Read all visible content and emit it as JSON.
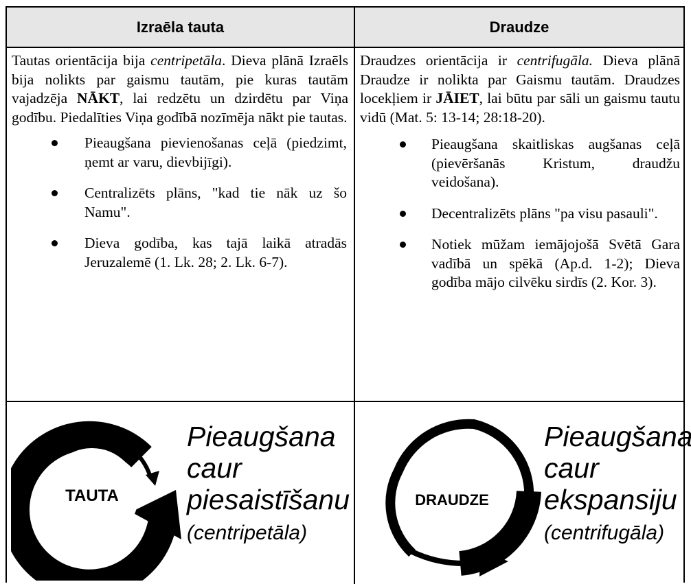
{
  "table": {
    "headers": [
      "Izraēla tauta",
      "Draudze"
    ],
    "left": {
      "intro": [
        {
          "text": "Tautas orientācija bija ",
          "style": "normal"
        },
        {
          "text": "centripetāla",
          "style": "italic"
        },
        {
          "text": ". Dieva plānā Izraēls bija nolikts par gaismu tautām, pie kuras tautām vajadzēja ",
          "style": "normal"
        },
        {
          "text": "NĀKT",
          "style": "bold"
        },
        {
          "text": ", lai redzētu un dzirdētu par Viņa godību. Piedalīties Viņa godībā nozīmēja nākt pie tautas.",
          "style": "normal"
        }
      ],
      "bullets": [
        "Pieaugšana pievienošanas ceļā (piedzimt, ņemt ar varu, dievbijīgi).",
        "Centralizēts plāns, \"kad tie nāk uz šo Namu\".",
        "Dieva godība, kas tajā laikā atradās Jeruzalemē (1. Lk. 28; 2. Lk. 6-7)."
      ],
      "cycle": {
        "label": "TAUTA",
        "title_line1": "Pieaugšana",
        "title_line2": "caur",
        "title_line3": "piesaistīšanu",
        "subtitle": "(centripetāla)",
        "icon": "inward-arrow-cycle-icon"
      }
    },
    "right": {
      "intro": [
        {
          "text": "Draudzes orientācija ir ",
          "style": "normal"
        },
        {
          "text": "centrifugāla.",
          "style": "italic"
        },
        {
          "text": " Dieva plānā Draudze ir nolikta par Gaismu tautām. Draudzes locekļiem ir ",
          "style": "normal"
        },
        {
          "text": "JĀIET",
          "style": "bold"
        },
        {
          "text": ", lai būtu par sāli un gaismu tautu vidū (Mat. 5: 13-14; 28:18-20).",
          "style": "normal"
        }
      ],
      "bullets": [
        "Pieaugšana skaitliskas augšanas ceļā (pievēršanās Kristum, draudžu veidošana).",
        "Decentralizēts plāns \"pa visu pasauli\".",
        "Notiek mūžam iemājojošā Svētā Gara vadībā un spēkā (Ap.d. 1-2); Dieva godība mājo cilvēku sirdīs (2. Kor. 3)."
      ],
      "cycle": {
        "label": "DRAUDZE",
        "title_line1": "Pieaugšana",
        "title_line2": "caur",
        "title_line3": "ekspansiju",
        "subtitle": "(centrifugāla)",
        "icon": "outward-arrow-spiral-icon"
      }
    }
  }
}
